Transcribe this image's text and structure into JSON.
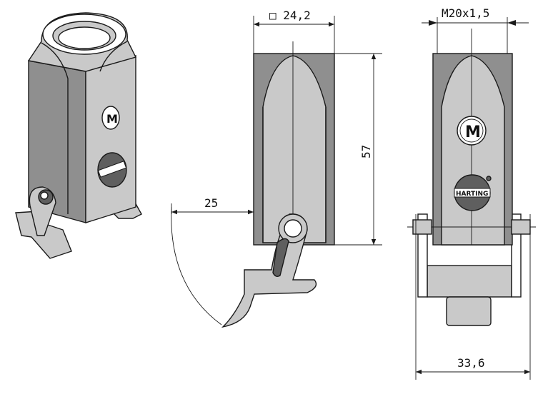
{
  "dimensions": {
    "width_square": "□ 24,2",
    "height": "57",
    "lever_swing": "25",
    "thread": "M20x1,5",
    "overall_width": "33,6"
  },
  "logo": {
    "badge_letter": "M",
    "brand": "HARTING"
  },
  "colors": {
    "body": "#8f8f8f",
    "body_light": "#c9c9c9",
    "line": "#1a1a1a"
  }
}
